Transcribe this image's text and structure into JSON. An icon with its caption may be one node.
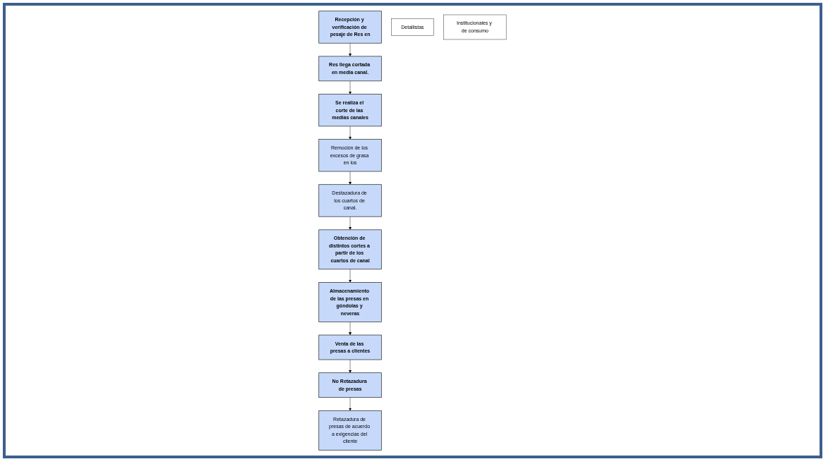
{
  "diagram": {
    "nodes": [
      {
        "text": [
          "Recepción y verificación de pesaje de Res en"
        ]
      },
      {
        "text": [
          "Res llega cortada en media canal."
        ]
      },
      {
        "text": [
          "Se realiza el corte de las medias canales"
        ]
      },
      {
        "text": [
          "Remoción de los excesos de grasa en los"
        ]
      },
      {
        "text": [
          "Destazadura de los cuartos de canal."
        ]
      },
      {
        "text": [
          "Obtención de distintos cortes a partir de los cuartos de canal"
        ]
      },
      {
        "text": [
          "Almacenamiento de las presas en góndolas y neveras"
        ]
      },
      {
        "text": [
          "Venta de las presas a clientes"
        ]
      },
      {
        "text": [
          "No Retazadura de presas"
        ]
      },
      {
        "text": [
          "Retazadura de presas de acuerdo a exigencias del cliente"
        ]
      },
      {
        "text": [
          "Detallistas"
        ]
      },
      {
        "text": [
          "Institucionales y de consumo"
        ]
      }
    ],
    "edges": [
      {
        "from": 0,
        "to": 1,
        "arrow": "to"
      },
      {
        "from": 1,
        "to": 2,
        "arrow": "to"
      },
      {
        "from": 2,
        "to": 3,
        "arrow": "to"
      },
      {
        "from": 3,
        "to": 4,
        "arrow": "to"
      },
      {
        "from": 4,
        "to": 5,
        "arrow": "to"
      },
      {
        "from": 5,
        "to": 6,
        "arrow": "to"
      },
      {
        "from": 6,
        "to": 7,
        "arrow": "to"
      },
      {
        "from": 7,
        "to": 8,
        "arrow": "to"
      },
      {
        "from": 8,
        "to": 9,
        "arrow": "to"
      }
    ]
  }
}
